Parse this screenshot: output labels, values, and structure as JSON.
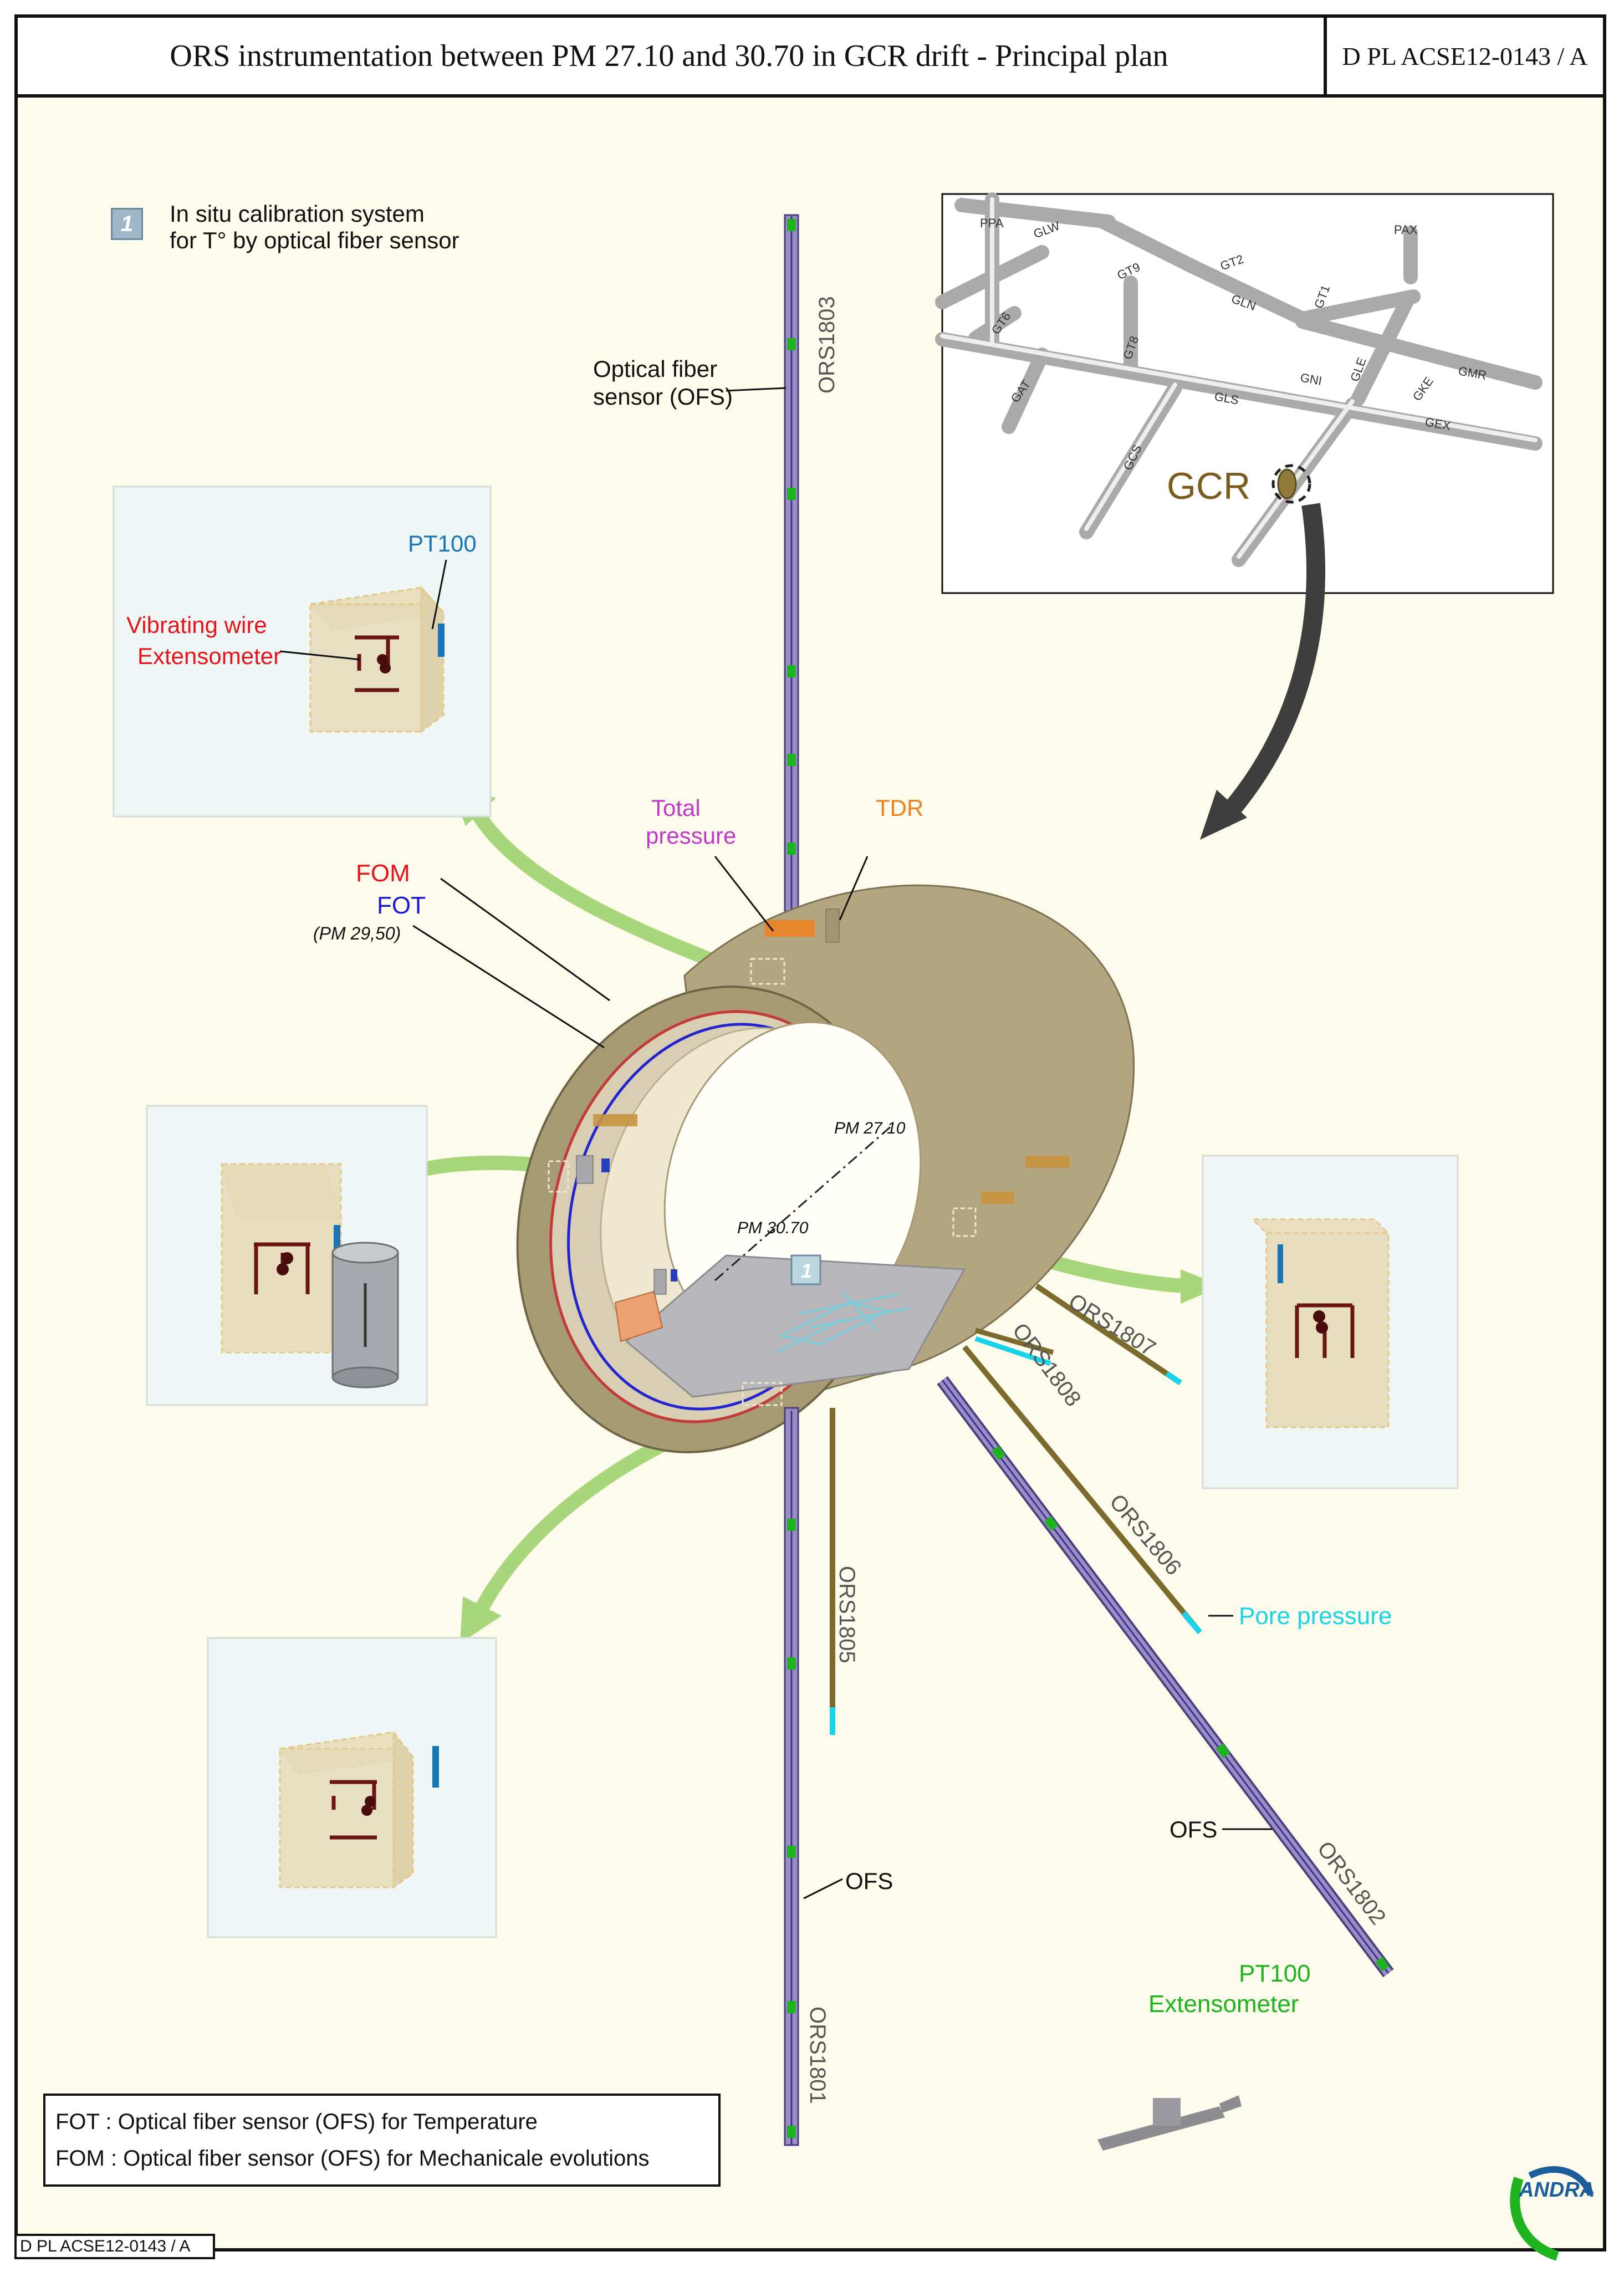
{
  "header": {
    "title": "ORS instrumentation between PM 27.10 and 30.70 in GCR drift - Principal plan",
    "reference": "D PL ACSE12-0143 / A"
  },
  "footer": {
    "reference": "D PL ACSE12-0143 / A"
  },
  "calibration_note": {
    "badge": "1",
    "line1": "In situ calibration system",
    "line2": "for T° by optical fiber sensor"
  },
  "labels": {
    "ofs_top_1": "Optical fiber",
    "ofs_top_2": "sensor (OFS)",
    "pt100": "PT100",
    "vw_1": "Vibrating wire",
    "vw_2": "Extensometer",
    "total_pressure_1": "Total",
    "total_pressure_2": "pressure",
    "tdr": "TDR",
    "fom": "FOM",
    "fot": "FOT",
    "pm_fot": "(PM 29,50)",
    "pm_2710": "PM 27.10",
    "pm_3070": "PM 30.70",
    "ofs_bottom": "OFS",
    "ofs_right": "OFS",
    "pore_pressure": "Pore pressure",
    "pt100_green": "PT100",
    "extensometer_green": "Extensometer",
    "gcr": "GCR",
    "calib_badge_small": "1"
  },
  "boreholes": {
    "ors1803": "ORS1803",
    "ors1801": "ORS1801",
    "ors1805": "ORS1805",
    "ors1807": "ORS1807",
    "ors1808": "ORS1808",
    "ors1806": "ORS1806",
    "ors1802": "ORS1802"
  },
  "map_labels": {
    "ppa": "PPA",
    "glw": "GLW",
    "gt9": "GT9",
    "gt2": "GT2",
    "gln": "GLN",
    "gt1": "GT1",
    "pax": "PAX",
    "gt6": "GT6",
    "gt8": "GT8",
    "gat": "GAT",
    "gni": "GNI",
    "gle": "GLE",
    "gmr": "GMR",
    "gke": "GKE",
    "gls": "GLS",
    "gex": "GEX",
    "gcs": "GCS"
  },
  "legend": {
    "fot_line": "FOT : Optical fiber sensor (OFS) for Temperature",
    "fom_line": "FOM : Optical fiber sensor (OFS) for Mechanicale evolutions"
  },
  "logo": {
    "name": "ANDRA"
  },
  "colors": {
    "fom": "#e8141b",
    "fot": "#1a1ad6",
    "total_pressure": "#c238c8",
    "tdr": "#f07f1d",
    "pt100": "#1775b8",
    "pore_pressure": "#17d4e8",
    "green": "#1fb31f",
    "gcr": "#7a5d1e",
    "arrow_green": "#a8d67a"
  }
}
